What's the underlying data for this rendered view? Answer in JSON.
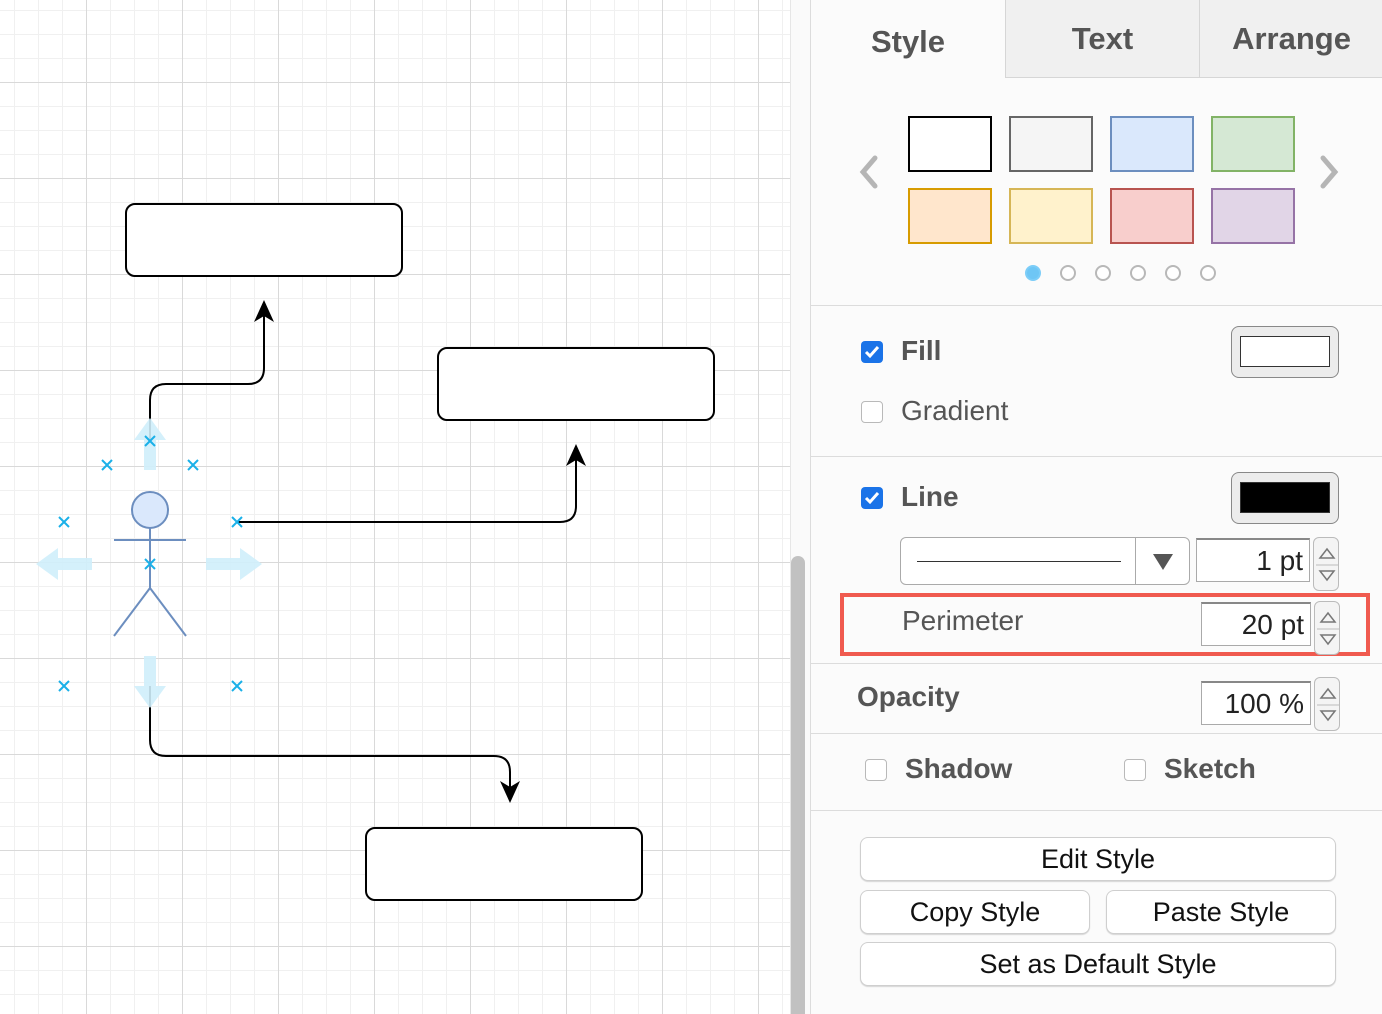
{
  "tabs": {
    "style": "Style",
    "text": "Text",
    "arrange": "Arrange"
  },
  "palette": {
    "swatches": [
      {
        "fill": "#ffffff",
        "stroke": "#000000"
      },
      {
        "fill": "#f5f5f5",
        "stroke": "#666666"
      },
      {
        "fill": "#dae8fc",
        "stroke": "#6c8ebf"
      },
      {
        "fill": "#d5e8d4",
        "stroke": "#82b366"
      },
      {
        "fill": "#ffe6cc",
        "stroke": "#d79b00"
      },
      {
        "fill": "#fff2cc",
        "stroke": "#d6b656"
      },
      {
        "fill": "#f8cecc",
        "stroke": "#b85450"
      },
      {
        "fill": "#e1d5e7",
        "stroke": "#9673a6"
      }
    ],
    "prev_icon": "chevron-left-icon",
    "next_icon": "chevron-right-icon",
    "pages": 6,
    "active_page": 1
  },
  "fill": {
    "label": "Fill",
    "checked": true,
    "color": "#ffffff"
  },
  "gradient": {
    "label": "Gradient",
    "checked": false
  },
  "line": {
    "label": "Line",
    "checked": true,
    "color": "#000000",
    "width_value": "1 pt",
    "dropdown_icon": "triangle-down-icon"
  },
  "perimeter": {
    "label": "Perimeter",
    "value": "20 pt",
    "highlight_color": "#f05a4f"
  },
  "opacity": {
    "label": "Opacity",
    "value": "100 %"
  },
  "shadow": {
    "label": "Shadow",
    "checked": false
  },
  "sketch": {
    "label": "Sketch",
    "checked": false
  },
  "buttons": {
    "edit_style": "Edit Style",
    "copy_style": "Copy Style",
    "paste_style": "Paste Style",
    "set_default": "Set as Default Style"
  },
  "diagram": {
    "selection_color": "#1ab0e8",
    "actor_fill": "#dae8fc",
    "actor_stroke": "#6c8ebf",
    "shapes": [
      "rounded-rectangle",
      "rounded-rectangle",
      "rounded-rectangle",
      "actor"
    ]
  }
}
